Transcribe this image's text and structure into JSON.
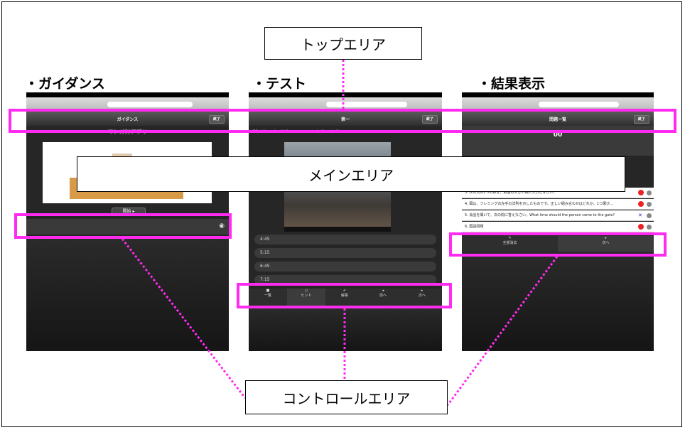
{
  "labels": {
    "top_area": "トップエリア",
    "main_area": "メインエリア",
    "control_area": "コントロールエリア"
  },
  "screens": [
    {
      "heading": "・ガイダンス",
      "nav_title": "ガイダンス",
      "nav_button": "終了",
      "start_button": "開始",
      "subtitle": "マンガ対アプリ"
    },
    {
      "heading": "・テスト",
      "nav_title": "第一",
      "nav_button": "終了",
      "question": "What time should the person come to the gate?",
      "answers": [
        "4:45",
        "5:15",
        "6:45",
        "7:15"
      ],
      "controls": [
        "一覧",
        "ヒント",
        "解答",
        "前へ",
        "次へ"
      ]
    },
    {
      "heading": "・結果表示",
      "nav_title": "問題一覧",
      "nav_button": "終了",
      "score": "00",
      "rows": [
        "3. 次の式の2つの数を、数値の大きい順に入力しなさい。",
        "4. 図は、フレミングの左手の法則を示したものです。正しい組み合わせはどれか。1つ選び...",
        "5. 会話を聞いて、次の問に答えなさい。What time should the person come to the gate?",
        "6. 国語問題"
      ],
      "controls": [
        "全部消去",
        "次へ"
      ]
    }
  ],
  "colors": {
    "highlight": "#ff2bf0"
  }
}
